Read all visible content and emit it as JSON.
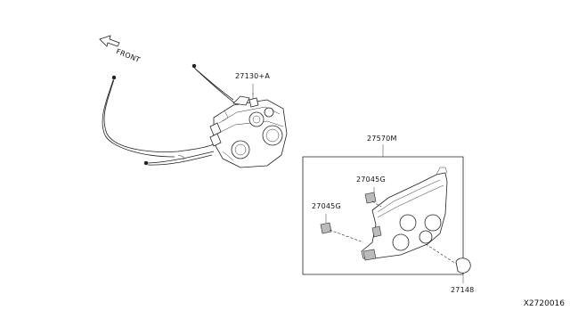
{
  "labels": {
    "front": "FRONT",
    "control_assembly": "27130+A",
    "finisher": "27570M",
    "clip_upper": "27045G",
    "clip_left": "27045G",
    "knob": "27148",
    "diagram_code": "X2720016"
  }
}
